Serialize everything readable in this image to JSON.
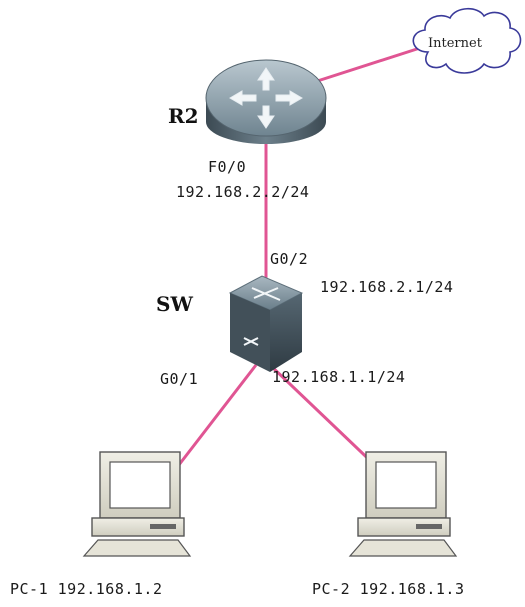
{
  "colors": {
    "link": "#e05593",
    "device_dark": "#4e5e69",
    "device_mid": "#7f929e",
    "background": "#ffffff"
  },
  "devices": {
    "router": {
      "name": "R2",
      "icon": "router-icon"
    },
    "switch": {
      "name": "SW",
      "icon": "switch-icon"
    },
    "cloud": {
      "name": "Internet",
      "icon": "cloud-icon"
    },
    "pc1": {
      "label": "PC-1 192.168.1.2",
      "icon": "computer-icon"
    },
    "pc2": {
      "label": "PC-2 192.168.1.3",
      "icon": "computer-icon"
    }
  },
  "interfaces": {
    "router_port": "F0/0",
    "router_ip": "192.168.2.2/24",
    "switch_uplink_port": "G0/2",
    "switch_uplink_ip": "192.168.2.1/24",
    "switch_down_port": "G0/1",
    "switch_down_ip": "192.168.1.1/24"
  }
}
